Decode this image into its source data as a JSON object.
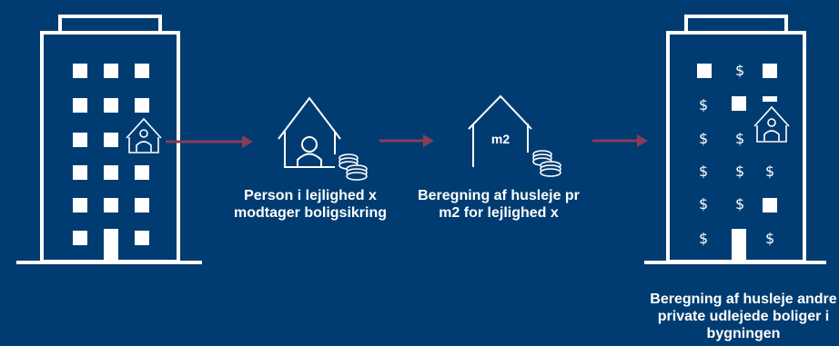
{
  "colors": {
    "background": "#003C71",
    "foreground": "#FFFFFF",
    "arrow": "#8A3B5A"
  },
  "steps": [
    {
      "caption": "Person i lejlighed x modtager boligsikring",
      "icons": [
        "building-icon",
        "house-with-person-icon",
        "coins-icon"
      ]
    },
    {
      "caption": "Beregning af husleje pr m2 for lejlighed x",
      "label": "m2",
      "icons": [
        "house-icon",
        "coins-icon"
      ]
    },
    {
      "caption": "Beregning af husleje andre private udlejede boliger i bygningen",
      "icons": [
        "building-with-dollars-icon"
      ]
    }
  ],
  "dollar_symbol": "$"
}
